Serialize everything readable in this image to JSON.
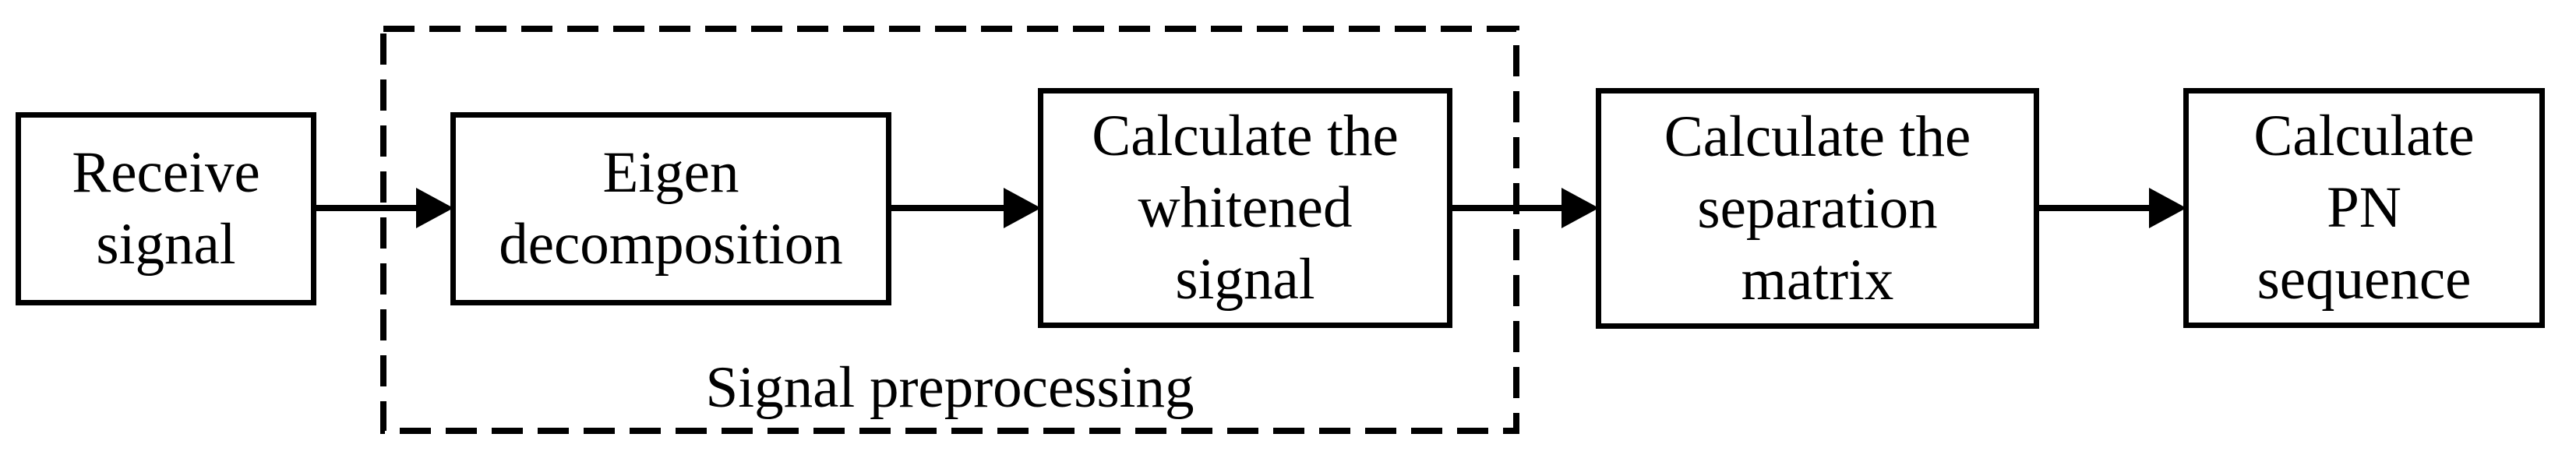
{
  "canvas": {
    "ink_color": "#000000",
    "paper_color": "#ffffff"
  },
  "flowchart": {
    "boxes": [
      {
        "id": "receive-signal",
        "lines": [
          "Receive",
          "signal"
        ]
      },
      {
        "id": "eigen-decomposition",
        "lines": [
          "Eigen",
          "decomposition"
        ]
      },
      {
        "id": "calculate-whitened-signal",
        "lines": [
          "Calculate the",
          "whitened",
          "signal"
        ]
      },
      {
        "id": "calculate-separation-matrix",
        "lines": [
          "Calculate the",
          "separation",
          "matrix"
        ]
      },
      {
        "id": "calculate-pn-sequence",
        "lines": [
          "Calculate",
          "PN",
          "sequence"
        ]
      }
    ],
    "group": {
      "label": "Signal preprocessing",
      "contains": [
        "eigen-decomposition",
        "calculate-whitened-signal"
      ]
    },
    "arrows": [
      {
        "from": "receive-signal",
        "to": "eigen-decomposition"
      },
      {
        "from": "eigen-decomposition",
        "to": "calculate-whitened-signal"
      },
      {
        "from": "calculate-whitened-signal",
        "to": "calculate-separation-matrix"
      },
      {
        "from": "calculate-separation-matrix",
        "to": "calculate-pn-sequence"
      }
    ]
  }
}
